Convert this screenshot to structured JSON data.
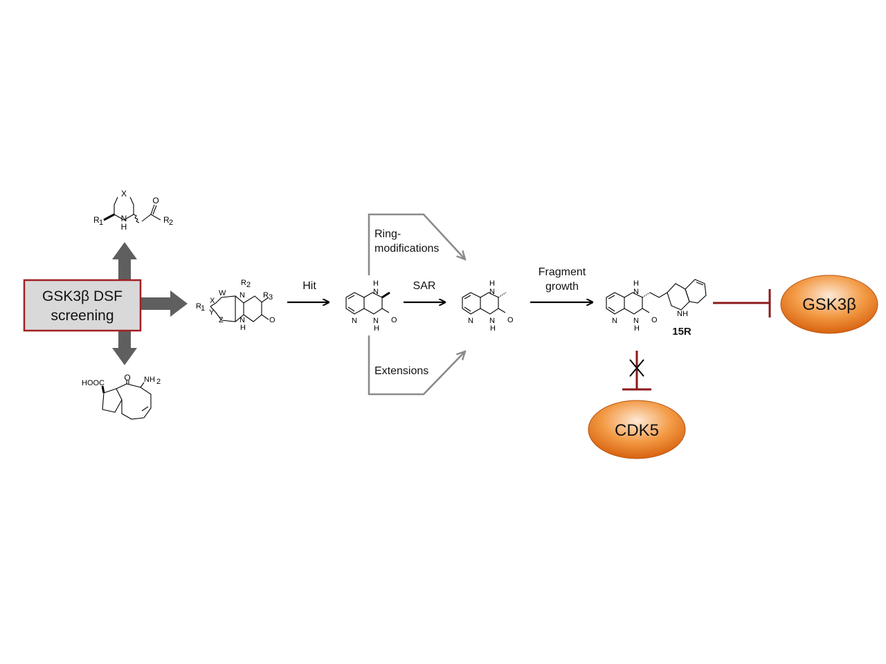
{
  "screening_box": {
    "line1": "GSK3β DSF",
    "line2": "screening"
  },
  "labels": {
    "hit": "Hit",
    "sar": "SAR",
    "ring_mod_1": "Ring-",
    "ring_mod_2": "modifications",
    "extensions": "Extensions",
    "fragment_1": "Fragment",
    "fragment_2": "growth",
    "compound": "15R"
  },
  "targets": {
    "gsk3b": "GSK3β",
    "cdk5": "CDK5"
  },
  "atoms": {
    "X": "X",
    "Y": "Y",
    "Z": "Z",
    "W": "W",
    "N": "N",
    "NH": "NH",
    "H": "H",
    "O": "O",
    "R1": "R",
    "R2": "R",
    "R3": "R",
    "sub1": "1",
    "sub2": "2",
    "sub3": "3",
    "HOOC": "HOOC",
    "NH2": "NH",
    "two": "2"
  },
  "colors": {
    "box_border": "#a31f22",
    "box_fill": "#d9d9d9",
    "grey_arrow": "#5f5f5f",
    "light_arrow": "#8a8a8a",
    "inhibit": "#8b1a1a",
    "ellipse_orange": "#e8741e"
  }
}
